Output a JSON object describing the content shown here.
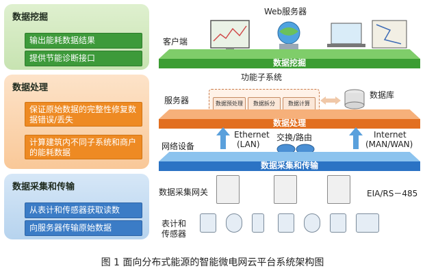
{
  "panels": {
    "mining": {
      "title": "数据挖掘",
      "items": [
        "输出能耗数据结果",
        "提供节能诊断接口"
      ]
    },
    "processing": {
      "title": "数据处理",
      "items": [
        "保证原始数据的完整性修复数据错误/丢失",
        "计算建筑内不同子系统和商户的能耗数据"
      ]
    },
    "acquisition": {
      "title": "数据采集和传输",
      "items": [
        "从表计和传感器获取读数",
        "向服务器传输原始数据"
      ]
    }
  },
  "diagram": {
    "web_server": "Web服务器",
    "client": "客户端",
    "layer_mining": "数据挖掘",
    "function_subsystem": "功能子系统",
    "server": "服务器",
    "database": "数据库",
    "modules": [
      "数据预处理",
      "数据拆分",
      "数据计算"
    ],
    "layer_processing": "数据处理",
    "network_device": "网络设备",
    "ethernet": "Ethernet",
    "lan": "(LAN)",
    "switch_router": "交换/路由",
    "internet": "Internet",
    "man_wan": "(MAN/WAN)",
    "layer_acquisition": "数据采集和传输",
    "gateway": "数据采集网关",
    "protocol": "EIA/RS－485",
    "meters_line1": "表计和",
    "meters_line2": "传感器"
  },
  "caption": "图 1 面向分布式能源的智能微电网云平台系统架构图"
}
